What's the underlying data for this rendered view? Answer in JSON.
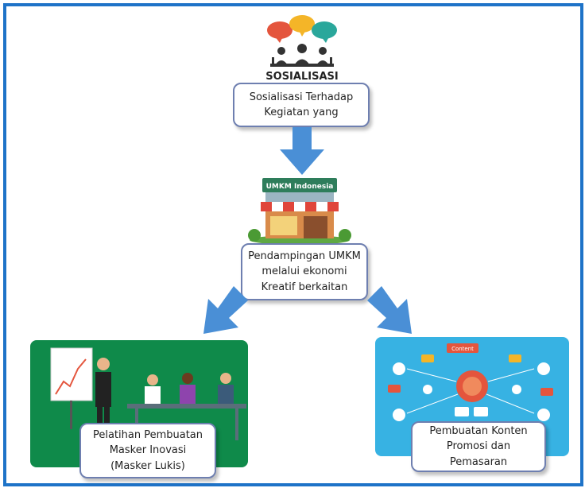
{
  "diagram": {
    "sosialisasi": {
      "icon_label": "SOSIALISASI",
      "box_text": "Sosialisasi Terhadap\nKegiatan yang"
    },
    "umkm": {
      "sign_label": "UMKM Indonesia",
      "box_text": "Pendampingan UMKM\nmelalui ekonomi\nKreatif berkaitan"
    },
    "left_branch": {
      "box_text": "Pelatihan Pembuatan\nMasker Inovasi\n(Masker Lukis)"
    },
    "right_branch": {
      "banner_label": "Content",
      "box_text": "Pembuatan Konten\nPromosi dan\nPemasaran"
    }
  },
  "colors": {
    "frame": "#1e73c8",
    "arrow": "#4a8fd6",
    "box_border": "#6e7fb0",
    "training_bg": "#0f8a4a",
    "content_bg": "#37b2e3",
    "store_awning": "#e0453a",
    "store_sign": "#2e7d5b"
  }
}
